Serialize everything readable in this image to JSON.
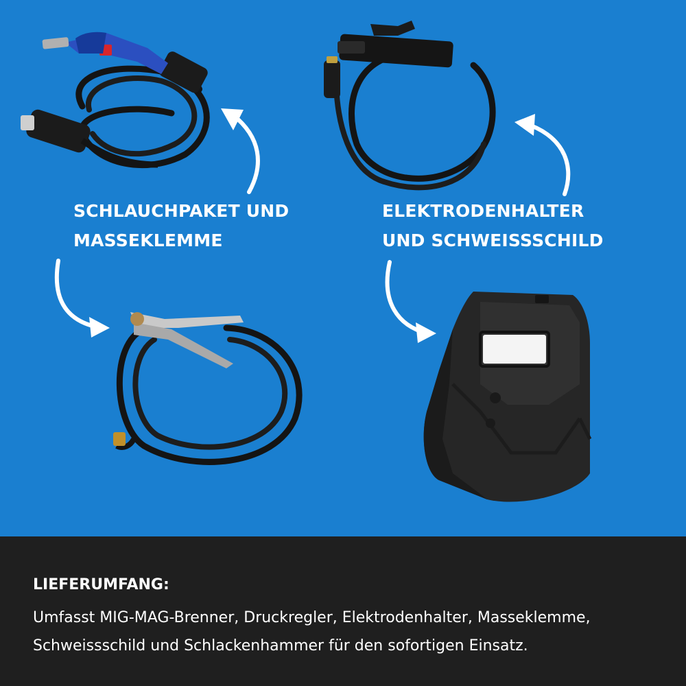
{
  "colors": {
    "background_blue": "#1a7fd0",
    "footer_dark": "#1f1f1f",
    "text": "#ffffff",
    "torch_blue": "#2b4fc0",
    "torch_red": "#d8262c",
    "cable_black": "#1a1a1a"
  },
  "labels": {
    "left": {
      "line1": "SCHLAUCHPAKET UND",
      "line2": "MASSEKLEMME"
    },
    "right": {
      "line1": "ELEKTRODENHALTER",
      "line2": "UND SCHWEISSSCHILD"
    }
  },
  "footer": {
    "title": "LIEFERUMFANG:",
    "line1": "Umfasst MIG-MAG-Brenner, Druckregler, Elektrodenhalter, Masseklemme,",
    "line2": "Schweissschild und Schlackenhammer für den sofortigen Einsatz."
  },
  "icons": {
    "top_left_arrow": "curved-arrow-up-icon",
    "bottom_left_arrow": "curved-arrow-down-icon",
    "top_right_arrow": "curved-arrow-up-icon",
    "bottom_right_arrow": "curved-arrow-down-icon"
  }
}
